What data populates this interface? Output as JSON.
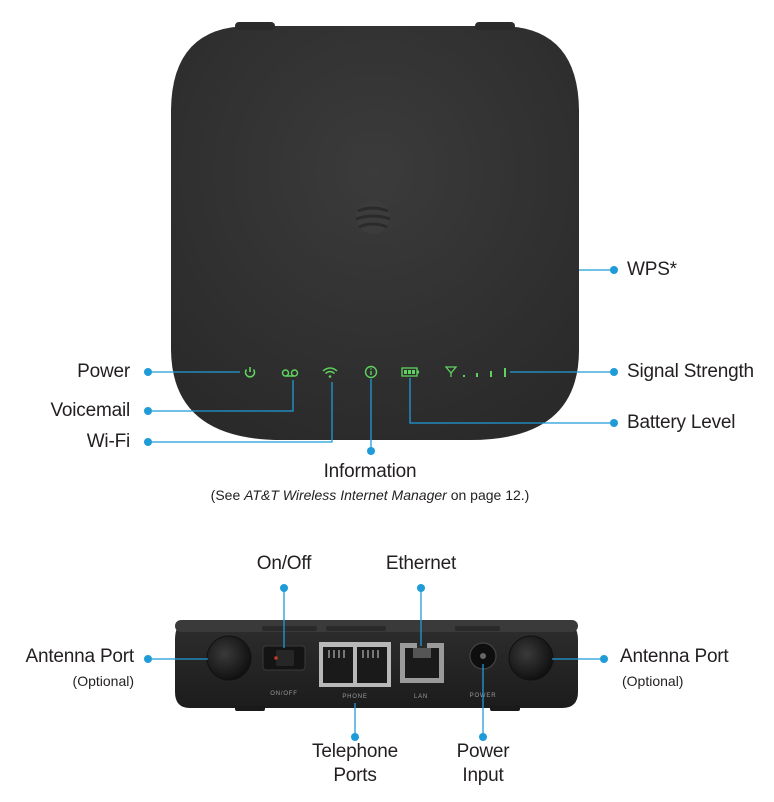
{
  "top_device": {
    "labels": {
      "wps": "WPS*",
      "power": "Power",
      "voicemail": "Voicemail",
      "wifi": "Wi-Fi",
      "signal_strength": "Signal Strength",
      "battery_level": "Battery Level",
      "information": "Information",
      "information_note_prefix": "(See ",
      "information_note_italic": "AT&T Wireless Internet Manager",
      "information_note_suffix": " on page 12.)"
    },
    "led_color": "#5fd35f",
    "body_color": "#333333",
    "logo_icon": "att-globe-icon"
  },
  "back_device": {
    "labels": {
      "on_off": "On/Off",
      "ethernet": "Ethernet",
      "antenna_port_left": "Antenna Port",
      "antenna_port_left_note": "(Optional)",
      "antenna_port_right": "Antenna Port",
      "antenna_port_right_note": "(Optional)",
      "telephone_ports_line1": "Telephone",
      "telephone_ports_line2": "Ports",
      "power_input_line1": "Power",
      "power_input_line2": "Input"
    },
    "port_captions": {
      "on_off": "ON/OFF",
      "phone": "PHONE",
      "lan": "LAN",
      "power": "POWER"
    }
  },
  "colors": {
    "callout": "#1f9bd8",
    "text": "#231f20"
  }
}
